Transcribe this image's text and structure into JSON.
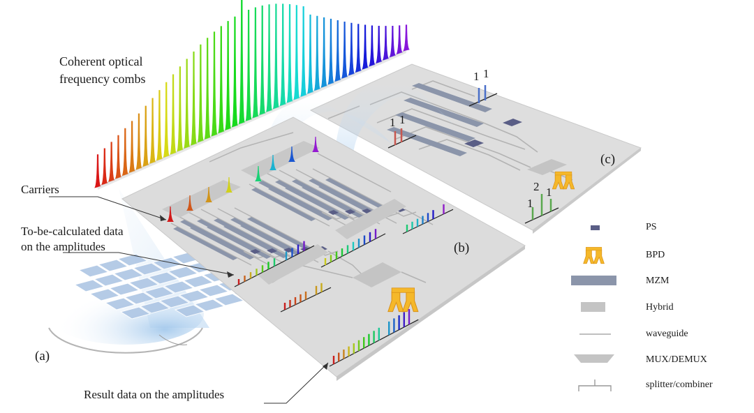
{
  "title": {
    "line1": "Coherent  optical",
    "line2": "frequency combs"
  },
  "callouts": {
    "carriers": "Carriers",
    "to_be_calc_1": "To-be-calculated data",
    "to_be_calc_2": "on the amplitudes",
    "result": "Result data on the amplitudes"
  },
  "panels": {
    "a": "(a)",
    "b": "(b)",
    "c": "(c)"
  },
  "legend": [
    {
      "icon": "ps-icon",
      "label": "PS"
    },
    {
      "icon": "bpd-icon",
      "label": "BPD"
    },
    {
      "icon": "mzm-icon",
      "label": "MZM"
    },
    {
      "icon": "hybrid-icon",
      "label": "Hybrid"
    },
    {
      "icon": "waveguide-icon",
      "label": "waveguide"
    },
    {
      "icon": "mux-demux-icon",
      "label": "MUX/DEMUX"
    },
    {
      "icon": "splitter-combiner-icon",
      "label": "splitter/combiner"
    }
  ],
  "chip_c_values": {
    "top_pair": [
      "1",
      "1"
    ],
    "left_pair": [
      "1",
      "1"
    ],
    "output": [
      "1",
      "2",
      "1"
    ]
  },
  "colors": {
    "chip": "#dcdcdc",
    "mzm": "#8b95aa",
    "ps": "#5a5e86",
    "hybrid": "#c4c4c4",
    "bpd": "#f5b82a",
    "waveguide": "#b5b5b5"
  }
}
